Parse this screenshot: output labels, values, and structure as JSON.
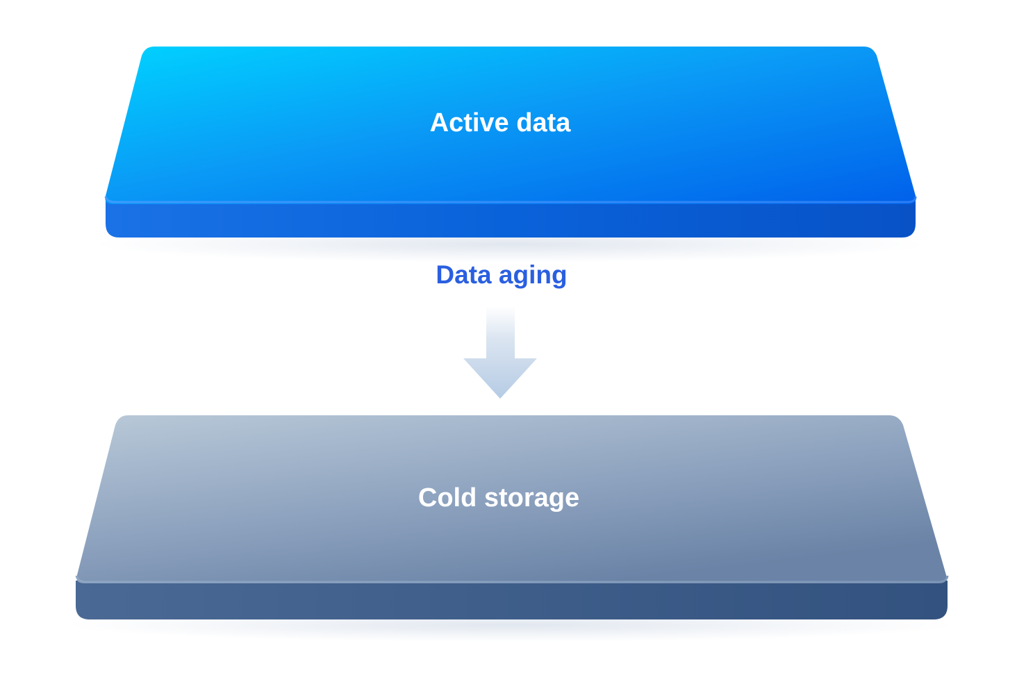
{
  "layers": {
    "top": {
      "label": "Active data",
      "colors": {
        "face_light": "#00cfff",
        "face_dark": "#0062ee",
        "edge": "#0a5fd8"
      }
    },
    "transition": {
      "label": "Data aging",
      "label_color": "#2a5fe0",
      "arrow_icon": "down-arrow-icon"
    },
    "bottom": {
      "label": "Cold storage",
      "colors": {
        "face_light": "#b7c7d6",
        "face_dark": "#6f86a8",
        "edge": "#3d5884"
      }
    }
  }
}
